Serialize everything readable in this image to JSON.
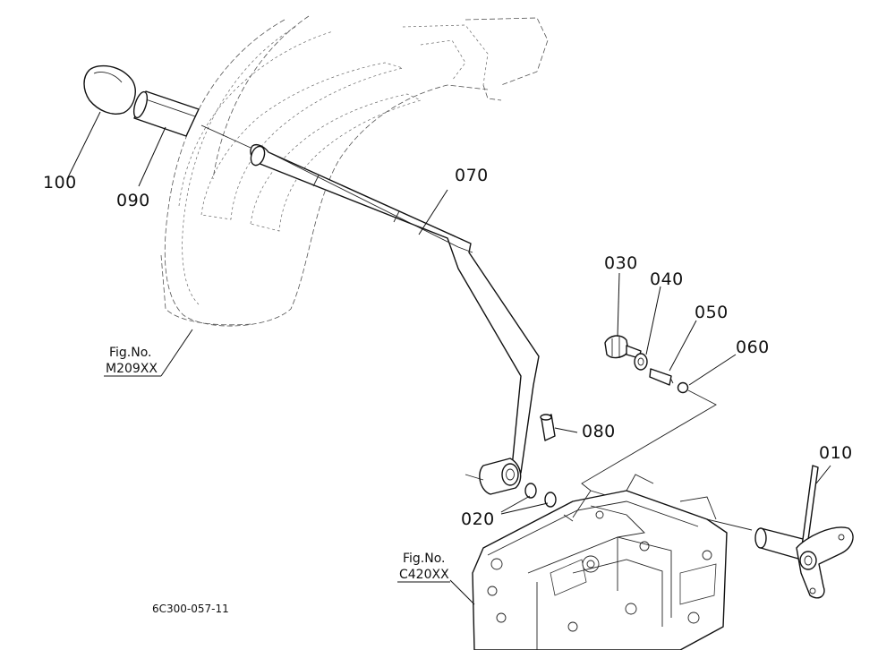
{
  "parts": [
    {
      "id": "p100",
      "label": "100"
    },
    {
      "id": "p090",
      "label": "090"
    },
    {
      "id": "p070",
      "label": "070"
    },
    {
      "id": "p030",
      "label": "030"
    },
    {
      "id": "p040",
      "label": "040"
    },
    {
      "id": "p050",
      "label": "050"
    },
    {
      "id": "p060",
      "label": "060"
    },
    {
      "id": "p080",
      "label": "080"
    },
    {
      "id": "p020",
      "label": "020"
    },
    {
      "id": "p010",
      "label": "010"
    }
  ],
  "fig_refs": {
    "upper": {
      "line1": "Fig.No.",
      "line2": "M209XX"
    },
    "lower": {
      "line1": "Fig.No.",
      "line2": "C420XX"
    }
  },
  "drawing_code": "6C300-057-11"
}
